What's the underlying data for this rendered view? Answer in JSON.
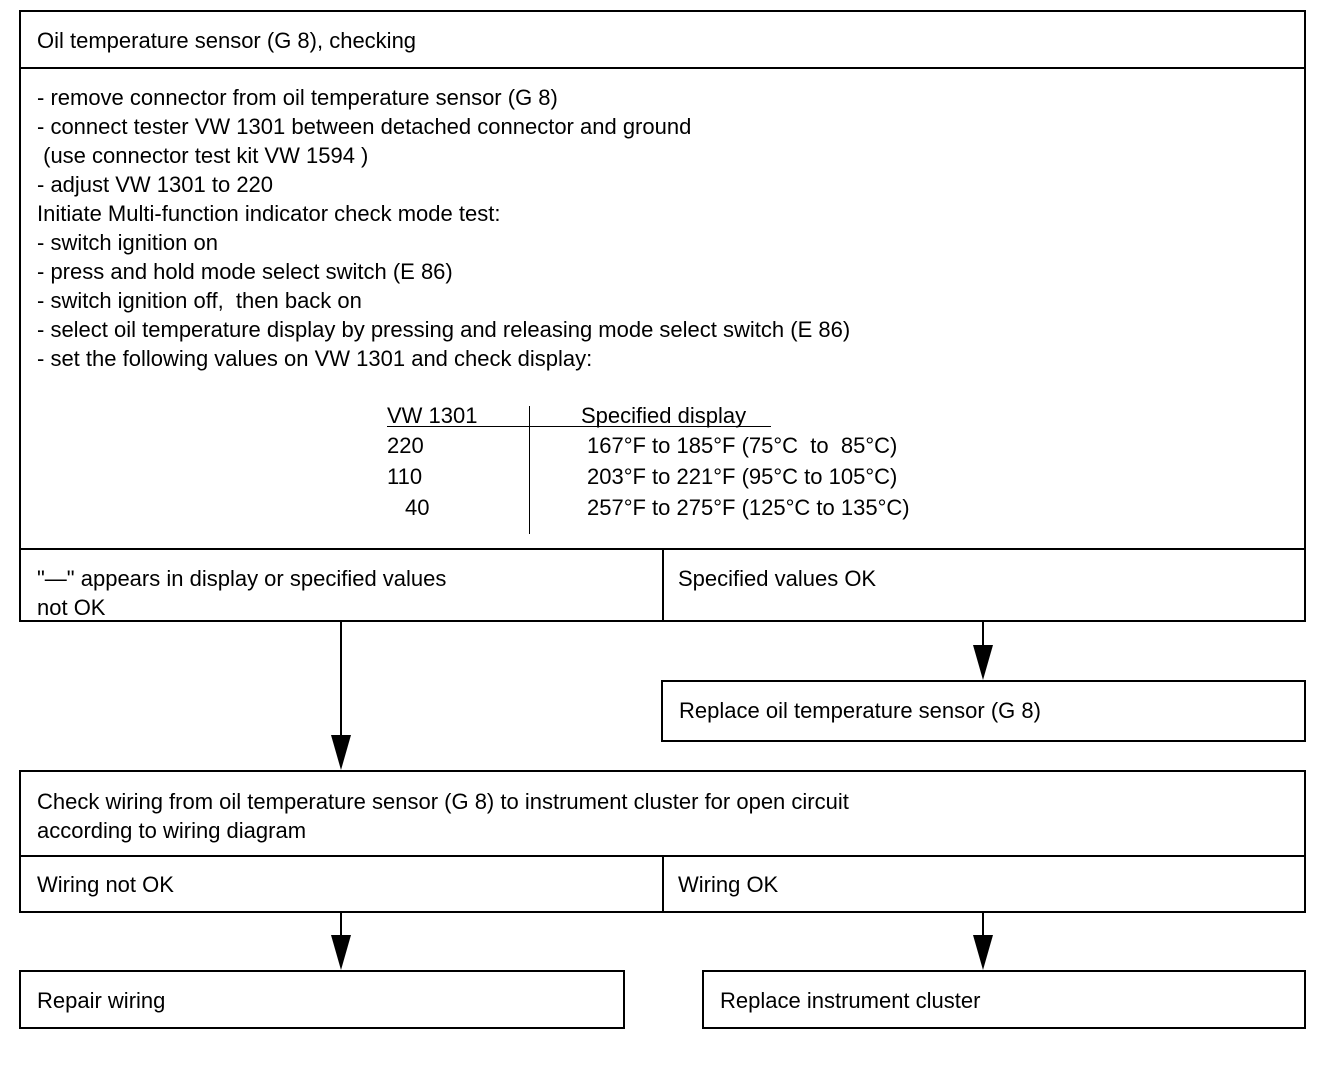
{
  "main_box": {
    "title": "Oil temperature sensor (G 8), checking",
    "steps": [
      "- remove connector from oil temperature sensor (G 8)",
      "- connect tester VW 1301 between detached connector and ground",
      " (use connector test kit VW 1594 )",
      "- adjust VW 1301 to 220",
      "Initiate Multi-function indicator check mode test:",
      "- switch ignition on",
      "- press and hold mode select switch (E 86)",
      "- switch ignition off,  then back on",
      "- select oil temperature display by pressing and releasing mode select switch (E 86)",
      "- set the following values on VW 1301 and check display:"
    ],
    "table": {
      "headers": [
        "VW 1301",
        "Specified display"
      ],
      "rows": [
        [
          "220",
          "167°F to 185°F (75°C  to  85°C)"
        ],
        [
          "110",
          "203°F to 221°F (95°C to 105°C)"
        ],
        [
          "40",
          "257°F to 275°F (125°C to 135°C)"
        ]
      ]
    }
  },
  "result_1": {
    "left_line1": "\"—\" appears in display or specified values",
    "left_line2": "not OK",
    "right": "Specified values OK"
  },
  "action_replace_sensor": "Replace oil temperature sensor (G 8)",
  "check_wiring": {
    "line1": "Check wiring from oil temperature sensor (G 8) to instrument cluster for open circuit",
    "line2": "according to wiring diagram"
  },
  "result_2": {
    "left": "Wiring not OK",
    "right": "Wiring OK"
  },
  "action_repair_wiring": "Repair wiring",
  "action_replace_cluster": "Replace instrument cluster"
}
